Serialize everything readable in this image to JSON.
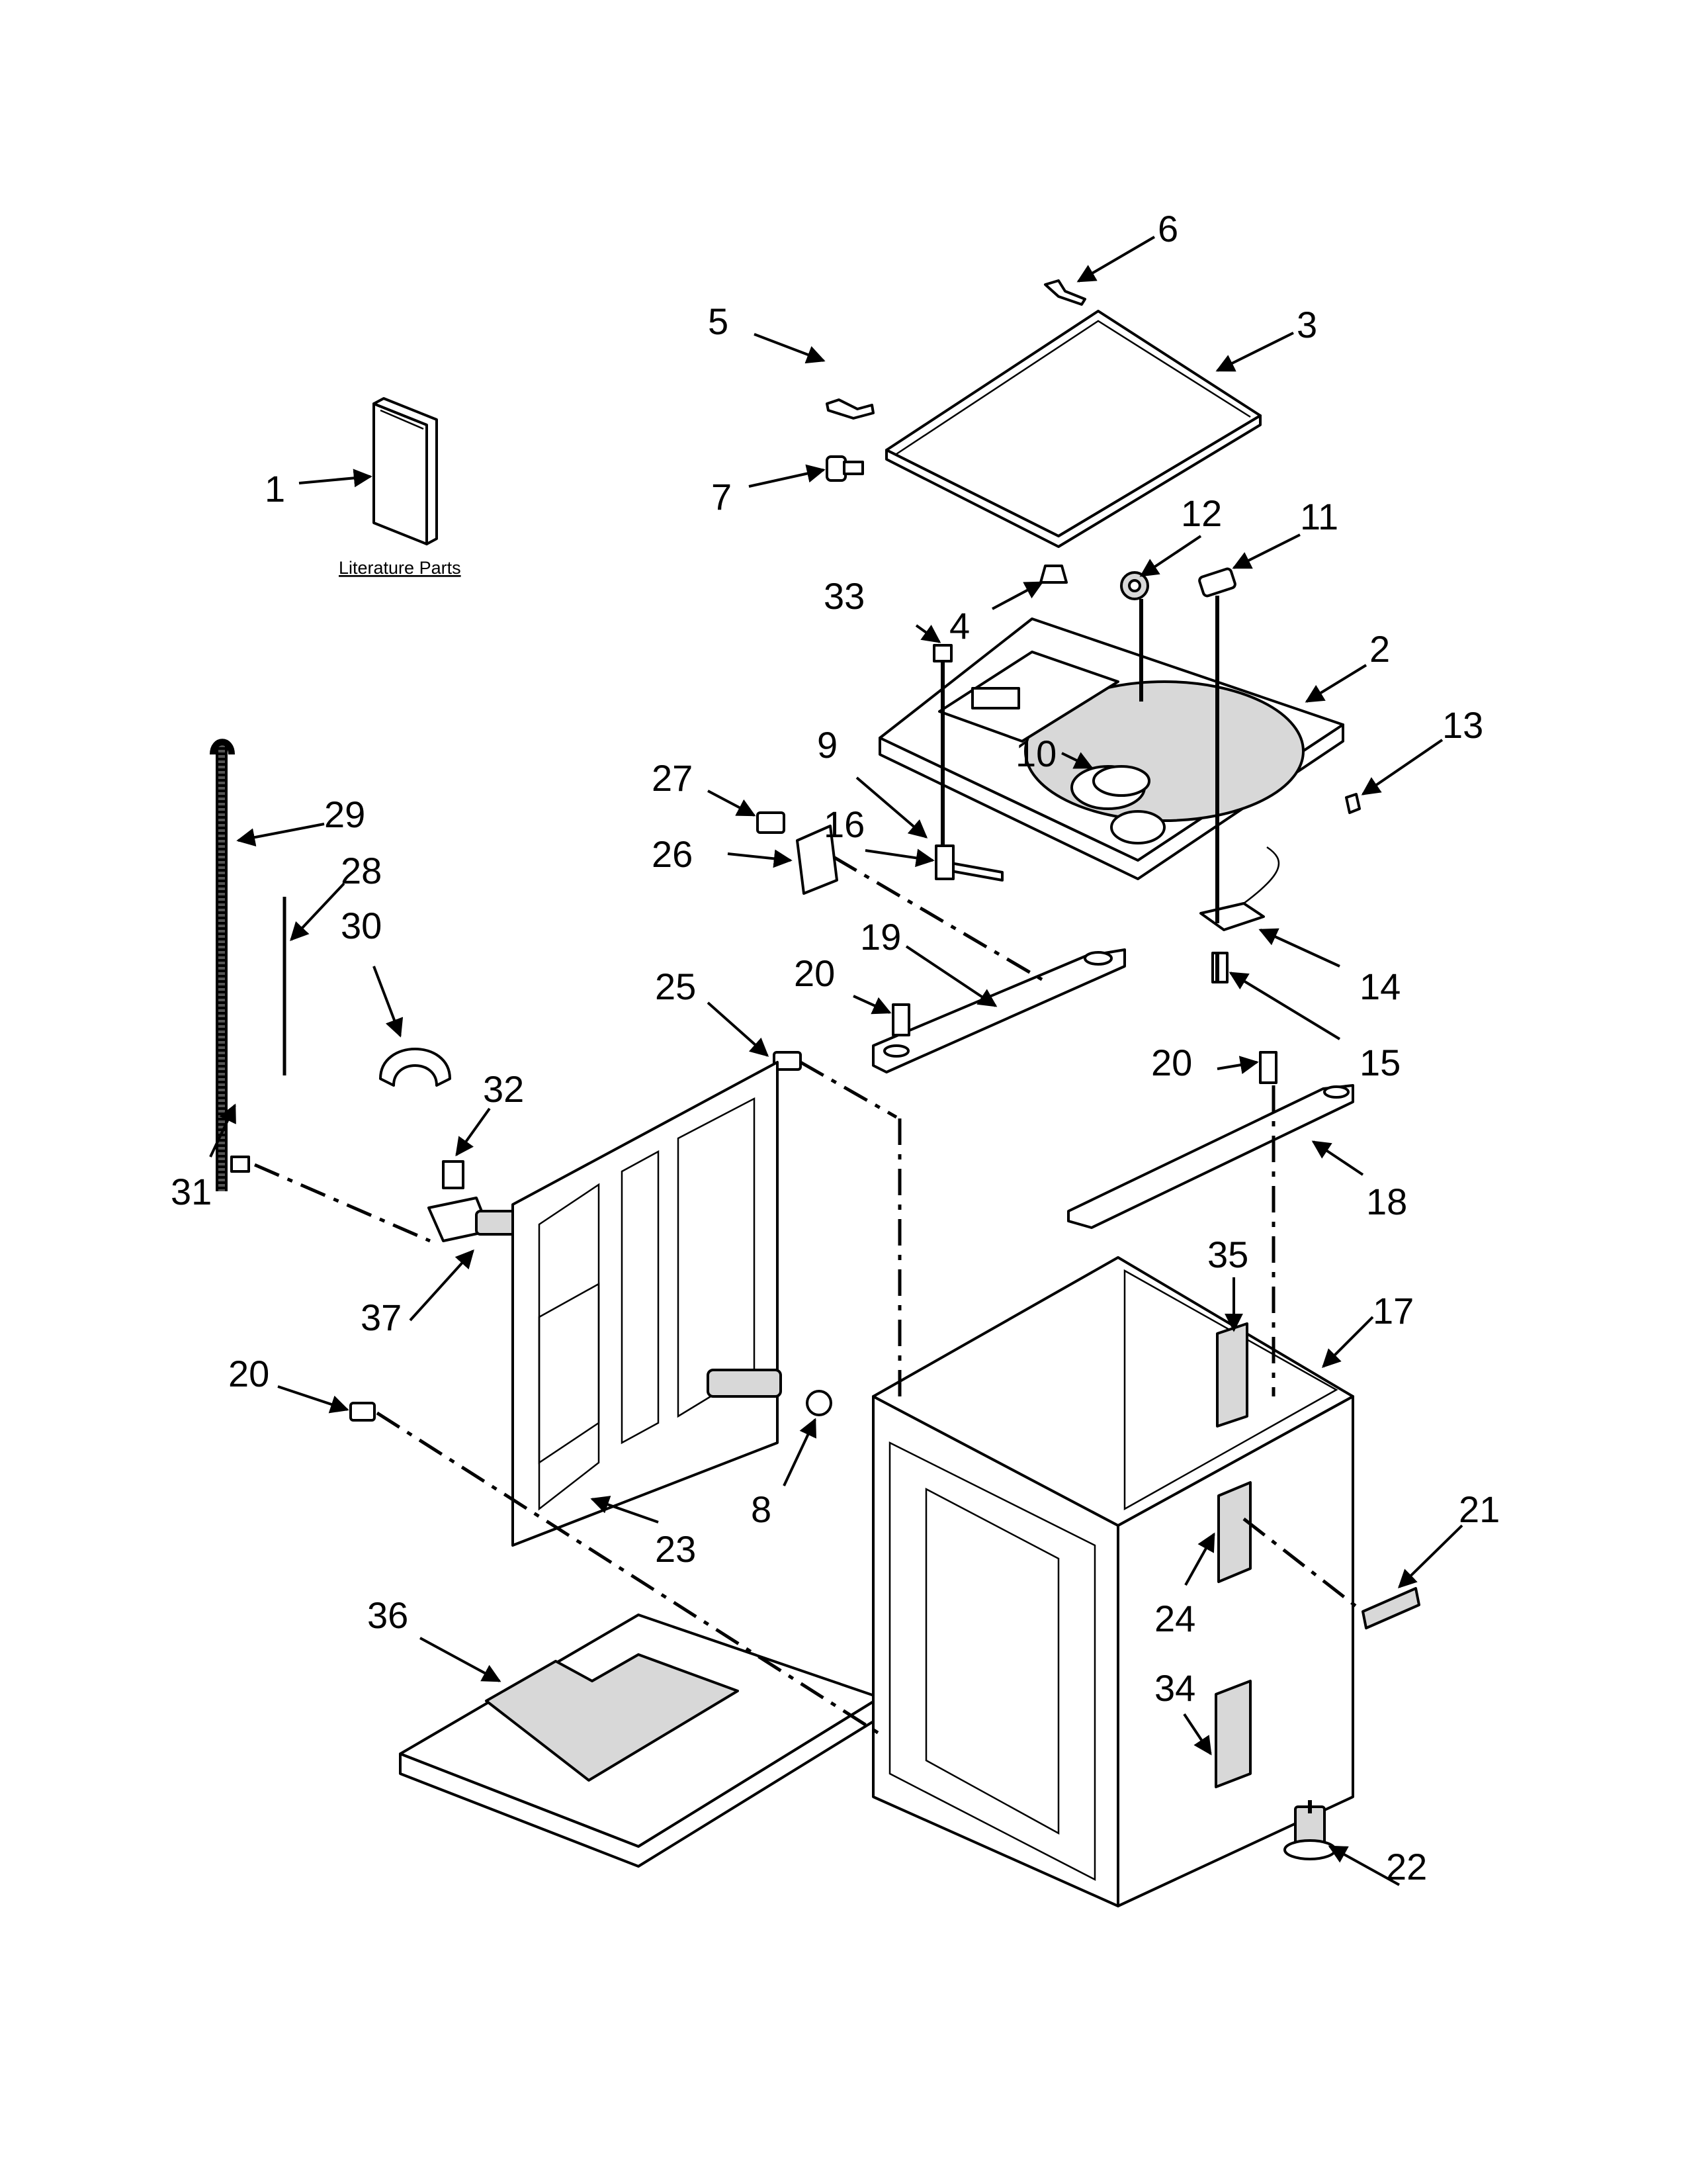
{
  "caption": "Literature Parts",
  "callouts": [
    {
      "id": "c1",
      "label": "1"
    },
    {
      "id": "c2",
      "label": "2"
    },
    {
      "id": "c3",
      "label": "3"
    },
    {
      "id": "c4",
      "label": "4"
    },
    {
      "id": "c5",
      "label": "5"
    },
    {
      "id": "c6",
      "label": "6"
    },
    {
      "id": "c7",
      "label": "7"
    },
    {
      "id": "c8",
      "label": "8"
    },
    {
      "id": "c9",
      "label": "9"
    },
    {
      "id": "c10",
      "label": "10"
    },
    {
      "id": "c11",
      "label": "11"
    },
    {
      "id": "c12",
      "label": "12"
    },
    {
      "id": "c13",
      "label": "13"
    },
    {
      "id": "c14",
      "label": "14"
    },
    {
      "id": "c15",
      "label": "15"
    },
    {
      "id": "c16",
      "label": "16"
    },
    {
      "id": "c17",
      "label": "17"
    },
    {
      "id": "c18",
      "label": "18"
    },
    {
      "id": "c19",
      "label": "19"
    },
    {
      "id": "c20a",
      "label": "20"
    },
    {
      "id": "c20b",
      "label": "20"
    },
    {
      "id": "c20c",
      "label": "20"
    },
    {
      "id": "c21",
      "label": "21"
    },
    {
      "id": "c22",
      "label": "22"
    },
    {
      "id": "c23",
      "label": "23"
    },
    {
      "id": "c24",
      "label": "24"
    },
    {
      "id": "c25",
      "label": "25"
    },
    {
      "id": "c26",
      "label": "26"
    },
    {
      "id": "c27",
      "label": "27"
    },
    {
      "id": "c28",
      "label": "28"
    },
    {
      "id": "c29",
      "label": "29"
    },
    {
      "id": "c30",
      "label": "30"
    },
    {
      "id": "c31",
      "label": "31"
    },
    {
      "id": "c32",
      "label": "32"
    },
    {
      "id": "c33",
      "label": "33"
    },
    {
      "id": "c34",
      "label": "34"
    },
    {
      "id": "c35",
      "label": "35"
    },
    {
      "id": "c36",
      "label": "36"
    },
    {
      "id": "c37",
      "label": "37"
    }
  ]
}
